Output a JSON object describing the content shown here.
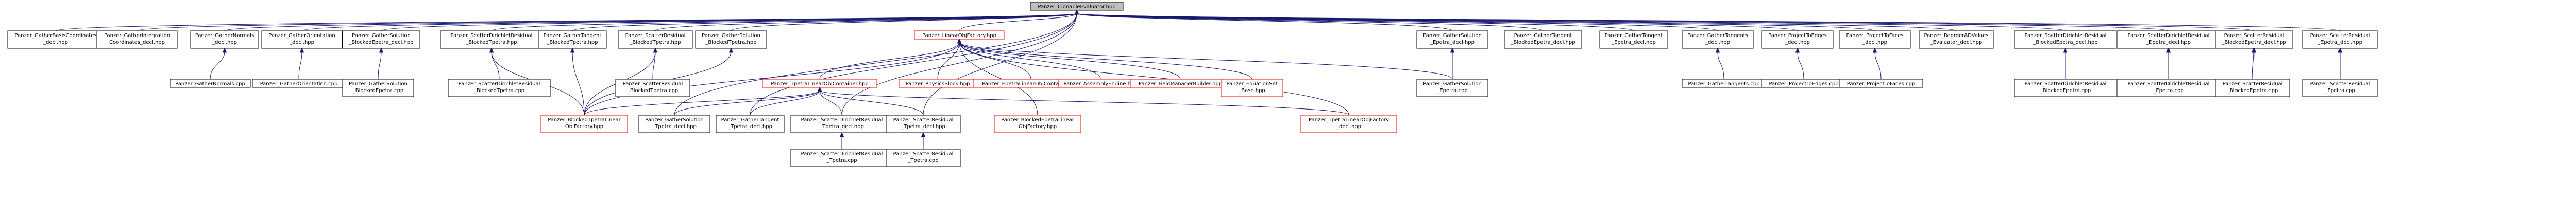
{
  "diagram": {
    "root": "Panzer_ClonableEvaluator.hpp",
    "nodes": [
      {
        "id": "root",
        "lines": [
          "Panzer_ClonableEvaluator.hpp"
        ],
        "root": true
      },
      {
        "id": "gbc",
        "lines": [
          "Panzer_GatherBasisCoordinates",
          "_decl.hpp"
        ]
      },
      {
        "id": "gic",
        "lines": [
          "Panzer_GatherIntegration",
          "Coordinates_decl.hpp"
        ]
      },
      {
        "id": "gn",
        "lines": [
          "Panzer_GatherNormals",
          "_decl.hpp"
        ]
      },
      {
        "id": "go",
        "lines": [
          "Panzer_GatherOrientation",
          "_decl.hpp"
        ]
      },
      {
        "id": "gsbe",
        "lines": [
          "Panzer_GatherSolution",
          "_BlockedEpetra_decl.hpp"
        ]
      },
      {
        "id": "sdrbt",
        "lines": [
          "Panzer_ScatterDirichletResidual",
          "_BlockedTpetra.hpp"
        ]
      },
      {
        "id": "gtbt",
        "lines": [
          "Panzer_GatherTangent",
          "_BlockedTpetra.hpp"
        ]
      },
      {
        "id": "srbt",
        "lines": [
          "Panzer_ScatterResidual",
          "_BlockedTpetra.hpp"
        ]
      },
      {
        "id": "gsbt",
        "lines": [
          "Panzer_GatherSolution",
          "_BlockedTpetra.hpp"
        ]
      },
      {
        "id": "lof",
        "lines": [
          "Panzer_LinearObjFactory.hpp"
        ],
        "red": true
      },
      {
        "id": "gse",
        "lines": [
          "Panzer_GatherSolution",
          "_Epetra_decl.hpp"
        ]
      },
      {
        "id": "gtbe",
        "lines": [
          "Panzer_GatherTangent",
          "_BlockedEpetra_decl.hpp"
        ]
      },
      {
        "id": "gte",
        "lines": [
          "Panzer_GatherTangent",
          "_Epetra_decl.hpp"
        ]
      },
      {
        "id": "gtg",
        "lines": [
          "Panzer_GatherTangents",
          "_decl.hpp"
        ]
      },
      {
        "id": "pte",
        "lines": [
          "Panzer_ProjectToEdges",
          "_decl.hpp"
        ]
      },
      {
        "id": "ptf",
        "lines": [
          "Panzer_ProjectToFaces",
          "_decl.hpp"
        ]
      },
      {
        "id": "rv",
        "lines": [
          "Panzer_ReorderADValues",
          "_Evaluator_decl.hpp"
        ]
      },
      {
        "id": "sdrbe",
        "lines": [
          "Panzer_ScatterDirichletResidual",
          "_BlockedEpetra_decl.hpp"
        ]
      },
      {
        "id": "sdre",
        "lines": [
          "Panzer_ScatterDirichletResidual",
          "_Epetra_decl.hpp"
        ]
      },
      {
        "id": "srbe",
        "lines": [
          "Panzer_ScatterResidual",
          "_BlockedEpetra_decl.hpp"
        ]
      },
      {
        "id": "sre",
        "lines": [
          "Panzer_ScatterResidual",
          "_Epetra_decl.hpp"
        ]
      },
      {
        "id": "gncpp",
        "lines": [
          "Panzer_GatherNormals.cpp"
        ]
      },
      {
        "id": "gocpp",
        "lines": [
          "Panzer_GatherOrientation.cpp"
        ]
      },
      {
        "id": "gsbecpp",
        "lines": [
          "Panzer_GatherSolution",
          "_BlockedEpetra.cpp"
        ]
      },
      {
        "id": "sdrbtcpp",
        "lines": [
          "Panzer_ScatterDirichletResidual",
          "_BlockedTpetra.cpp"
        ]
      },
      {
        "id": "srbtcpp",
        "lines": [
          "Panzer_ScatterResidual",
          "_BlockedTpetra.cpp"
        ]
      },
      {
        "id": "tloc",
        "lines": [
          "Panzer_TpetraLinearObjContainer.hpp"
        ],
        "red": true
      },
      {
        "id": "pb",
        "lines": [
          "Panzer_PhysicsBlock.hpp"
        ],
        "red": true
      },
      {
        "id": "eloc",
        "lines": [
          "Panzer_EpetraLinearObjContainer.hpp"
        ],
        "red": true
      },
      {
        "id": "ae",
        "lines": [
          "Panzer_AssemblyEngine.hpp"
        ],
        "red": true
      },
      {
        "id": "fmb",
        "lines": [
          "Panzer_FieldManagerBuilder.hpp"
        ],
        "red": true
      },
      {
        "id": "eqs",
        "lines": [
          "Panzer_EquationSet",
          "_Base.hpp"
        ],
        "red": true
      },
      {
        "id": "gsecpp",
        "lines": [
          "Panzer_GatherSolution",
          "_Epetra.cpp"
        ]
      },
      {
        "id": "gtgcpp",
        "lines": [
          "Panzer_GatherTangents.cpp"
        ]
      },
      {
        "id": "ptecpp",
        "lines": [
          "Panzer_ProjectToEdges.cpp"
        ]
      },
      {
        "id": "ptfcpp",
        "lines": [
          "Panzer_ProjectToFaces.cpp"
        ]
      },
      {
        "id": "sdrbecpp",
        "lines": [
          "Panzer_ScatterDirichletResidual",
          "_BlockedEpetra.cpp"
        ]
      },
      {
        "id": "sdrecpp",
        "lines": [
          "Panzer_ScatterDirichletResidual",
          "_Epetra.cpp"
        ]
      },
      {
        "id": "srbecpp",
        "lines": [
          "Panzer_ScatterResidual",
          "_BlockedEpetra.cpp"
        ]
      },
      {
        "id": "srecpp",
        "lines": [
          "Panzer_ScatterResidual",
          "_Epetra.cpp"
        ]
      },
      {
        "id": "btlof",
        "lines": [
          "Panzer_BlockedTpetraLinear",
          "ObjFactory.hpp"
        ],
        "red": true
      },
      {
        "id": "gstd",
        "lines": [
          "Panzer_GatherSolution",
          "_Tpetra_decl.hpp"
        ]
      },
      {
        "id": "gttd",
        "lines": [
          "Panzer_GatherTangent",
          "_Tpetra_decl.hpp"
        ]
      },
      {
        "id": "sdrtd",
        "lines": [
          "Panzer_ScatterDirichletResidual",
          "_Tpetra_decl.hpp"
        ]
      },
      {
        "id": "srtd",
        "lines": [
          "Panzer_ScatterResidual",
          "_Tpetra_decl.hpp"
        ]
      },
      {
        "id": "belof",
        "lines": [
          "Panzer_BlockedEpetraLinear",
          "ObjFactory.hpp"
        ],
        "red": true
      },
      {
        "id": "tlofd",
        "lines": [
          "Panzer_TpetraLinearObjFactory",
          "_decl.hpp"
        ],
        "red": true
      },
      {
        "id": "sdrtcpp",
        "lines": [
          "Panzer_ScatterDirichletResidual",
          "_Tpetra.cpp"
        ]
      },
      {
        "id": "srtcpp",
        "lines": [
          "Panzer_ScatterResidual",
          "_Tpetra.cpp"
        ]
      }
    ],
    "edges": [
      [
        "gbc",
        "root"
      ],
      [
        "gic",
        "root"
      ],
      [
        "gn",
        "root"
      ],
      [
        "go",
        "root"
      ],
      [
        "gsbe",
        "root"
      ],
      [
        "sdrbt",
        "root"
      ],
      [
        "gtbt",
        "root"
      ],
      [
        "srbt",
        "root"
      ],
      [
        "gsbt",
        "root"
      ],
      [
        "lof",
        "root"
      ],
      [
        "gse",
        "root"
      ],
      [
        "gtbe",
        "root"
      ],
      [
        "gte",
        "root"
      ],
      [
        "gtg",
        "root"
      ],
      [
        "pte",
        "root"
      ],
      [
        "ptf",
        "root"
      ],
      [
        "rv",
        "root"
      ],
      [
        "sdrbe",
        "root"
      ],
      [
        "sdre",
        "root"
      ],
      [
        "srbe",
        "root"
      ],
      [
        "sre",
        "root"
      ],
      [
        "gstd",
        "root"
      ],
      [
        "gttd",
        "root"
      ],
      [
        "sdrtd",
        "root"
      ],
      [
        "srtd",
        "root"
      ],
      [
        "gncpp",
        "gn"
      ],
      [
        "gocpp",
        "go"
      ],
      [
        "gsbecpp",
        "gsbe"
      ],
      [
        "sdrbtcpp",
        "sdrbt"
      ],
      [
        "srbtcpp",
        "srbt"
      ],
      [
        "gsecpp",
        "gse"
      ],
      [
        "gtgcpp",
        "gtg"
      ],
      [
        "ptecpp",
        "pte"
      ],
      [
        "ptfcpp",
        "ptf"
      ],
      [
        "sdrbecpp",
        "sdrbe"
      ],
      [
        "sdrecpp",
        "sdre"
      ],
      [
        "srbecpp",
        "srbe"
      ],
      [
        "srecpp",
        "sre"
      ],
      [
        "tloc",
        "lof"
      ],
      [
        "pb",
        "lof"
      ],
      [
        "eloc",
        "lof"
      ],
      [
        "ae",
        "lof"
      ],
      [
        "fmb",
        "lof"
      ],
      [
        "eqs",
        "lof"
      ],
      [
        "btlof",
        "lof"
      ],
      [
        "belof",
        "lof"
      ],
      [
        "tlofd",
        "lof"
      ],
      [
        "gsecpp",
        "lof"
      ],
      [
        "btlof",
        "sdrbt"
      ],
      [
        "btlof",
        "gtbt"
      ],
      [
        "btlof",
        "srbt"
      ],
      [
        "btlof",
        "gsbt"
      ],
      [
        "btlof",
        "tloc"
      ],
      [
        "gstd",
        "tloc"
      ],
      [
        "gttd",
        "tloc"
      ],
      [
        "sdrtd",
        "tloc"
      ],
      [
        "srtd",
        "tloc"
      ],
      [
        "tlofd",
        "tloc"
      ],
      [
        "sdrtcpp",
        "sdrtd"
      ],
      [
        "srtcpp",
        "srtd"
      ]
    ]
  }
}
